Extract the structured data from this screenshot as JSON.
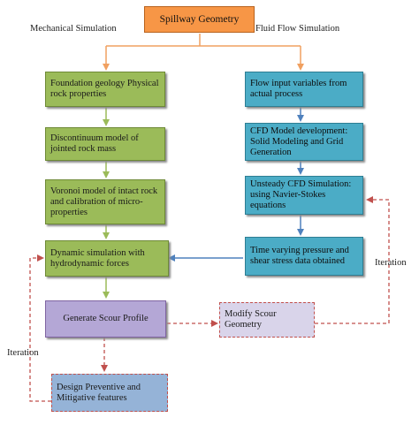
{
  "title_box": "Spillway Geometry",
  "headings": {
    "mechanical": "Mechanical Simulation",
    "fluid": "Fluid Flow Simulation"
  },
  "mechanical_steps": [
    "Foundation geology Physical rock properties",
    "Discontinuum model of jointed rock mass",
    "Voronoi model of intact rock and calibration of micro-properties",
    "Dynamic simulation with hydrodynamic forces"
  ],
  "fluid_steps": [
    "Flow input variables from actual process",
    "CFD Model development: Solid Modeling and Grid Generation",
    "Unsteady CFD Simulation: using Navier-Stokes equations",
    "Time varying pressure and shear stress data obtained"
  ],
  "generate_scour": "Generate Scour Profile",
  "modify_scour": "Modify Scour Geometry",
  "design": "Design Preventive and Mitigative features",
  "iteration_left": "Iteration",
  "iteration_right": "Iteration",
  "colors": {
    "orange": "#f79646",
    "green": "#9bbb59",
    "blue": "#4bacc6",
    "purple": "#b4a7d6",
    "dashed_red": "#c0504d",
    "arrow_orange": "#f0a060",
    "arrow_green": "#9bbb59",
    "arrow_blue": "#4f81bd"
  }
}
